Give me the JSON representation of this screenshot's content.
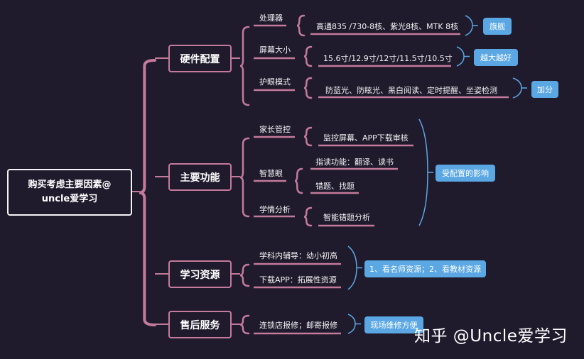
{
  "root": {
    "line1": "购买考虑主要因素@",
    "line2": "uncle爱学习"
  },
  "categories": [
    {
      "label": "硬件配置",
      "items": [
        {
          "label": "处理器",
          "details": [
            "高通835 /730-8核、紫光8核、MTK 8核"
          ],
          "tag": "旗舰"
        },
        {
          "label": "屏幕大小",
          "details": [
            "15.6寸/12.9寸/12寸/11.5寸/10.5寸"
          ],
          "tag": "越大越好"
        },
        {
          "label": "护眼模式",
          "details": [
            "防蓝光、防眩光、黑白阅读、定时提醒、坐姿检测"
          ],
          "tag": "加分"
        }
      ]
    },
    {
      "label": "主要功能",
      "tag": "受配置的影响",
      "items": [
        {
          "label": "家长管控",
          "details": [
            "监控屏幕、APP下载审核"
          ]
        },
        {
          "label": "智慧眼",
          "details": [
            "指读功能：翻译、读书",
            "错题、找题"
          ]
        },
        {
          "label": "学情分析",
          "details": [
            "智能错题分析"
          ]
        }
      ]
    },
    {
      "label": "学习资源",
      "tag": "1、看名师资源；2、看教材资源",
      "items": [
        {
          "label": "学科内辅导：幼小初高"
        },
        {
          "label": "下载APP：拓展性资源"
        }
      ]
    },
    {
      "label": "售后服务",
      "tag": "现场维修方便",
      "items": [
        {
          "label": "连锁店报修；邮寄报修"
        }
      ]
    }
  ],
  "watermark": "知乎 @Uncle爱学习",
  "colors": {
    "background": "#1f1b2d",
    "branch": "#c47a9a",
    "bracket": "#5aa7e3",
    "tag": "#5aa7e3"
  }
}
